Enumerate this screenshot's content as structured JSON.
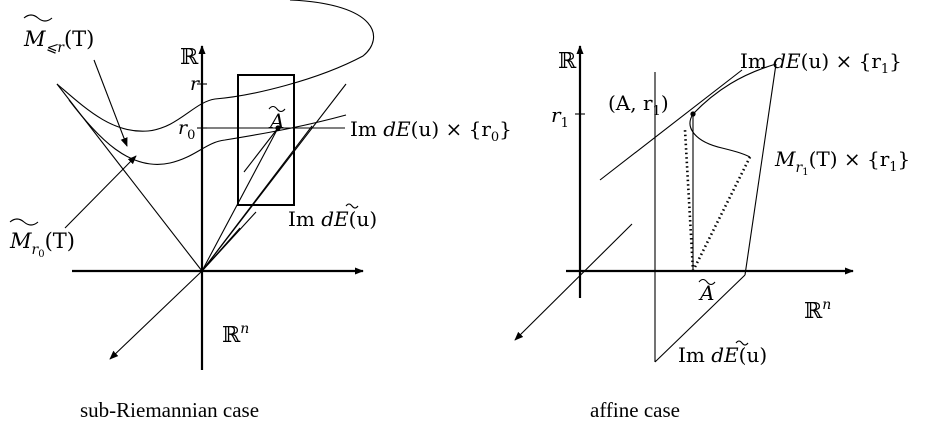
{
  "left_panel": {
    "caption": "sub-Riemannian case",
    "label_R": "ℝ",
    "label_Rn": "ℝ",
    "label_Rn_exp": "n",
    "tick_r": "r",
    "tick_r0_base": "r",
    "tick_r0_sub": "0",
    "label_A": "A",
    "label_M_le_r_base": "M",
    "label_M_le_r_sub": "⩽r",
    "label_M_le_r_arg": "(T)",
    "label_M_r0_base": "M",
    "label_M_r0_sub": "r",
    "label_M_r0_subsub": "0",
    "label_M_r0_arg": "(T)",
    "label_im_dE_r0_a": "Im ",
    "label_im_dE_r0_b": "dE",
    "label_im_dE_r0_c": "(u) × {r",
    "label_im_dE_r0_sub": "0",
    "label_im_dE_r0_d": "}",
    "label_im_dEtilde_a": "Im ",
    "label_im_dEtilde_b": "dE",
    "label_im_dEtilde_c": "(u)"
  },
  "right_panel": {
    "caption": "affine case",
    "label_R": "ℝ",
    "label_Rn": "ℝ",
    "label_Rn_exp": "n",
    "tick_r1_base": "r",
    "tick_r1_sub": "1",
    "label_Ar1_a": "(A, r",
    "label_Ar1_sub": "1",
    "label_Ar1_b": ")",
    "label_A": "A",
    "label_im_dE_r1_a": "Im ",
    "label_im_dE_r1_b": "dE",
    "label_im_dE_r1_c": "(u) × {r",
    "label_im_dE_r1_sub": "1",
    "label_im_dE_r1_d": "}",
    "label_M_r1_base": "M",
    "label_M_r1_sub": "r",
    "label_M_r1_subsub": "1",
    "label_M_r1_c": "(T) × {r",
    "label_M_r1_sub2": "1",
    "label_M_r1_d": "}",
    "label_im_dEtilde_a": "Im ",
    "label_im_dEtilde_b": "dE",
    "label_im_dEtilde_c": "(u)"
  }
}
